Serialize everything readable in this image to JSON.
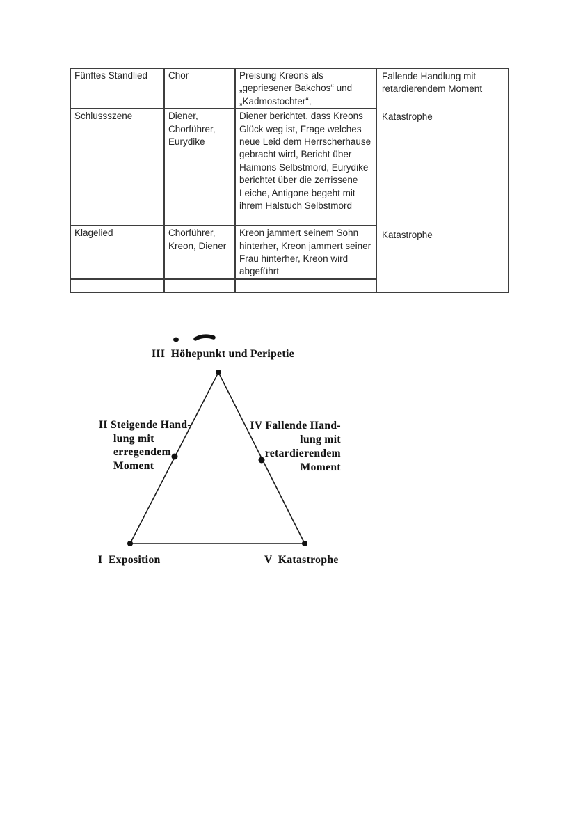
{
  "table": {
    "border_color": "#3e3e3e",
    "text_color": "#262626",
    "rows": [
      {
        "scene": "Fünftes Standlied",
        "characters": "Chor",
        "content": "Preisung Kreons als „gepriesener Bakchos“ und „Kadmostochter“,",
        "phase": "Fallende Handlung mit retardierendem Moment"
      },
      {
        "scene": "Schlussszene",
        "characters": "Diener, Chorführer, Eurydike",
        "content": "Diener berichtet, dass Kreons Glück weg ist, Frage welches neue Leid dem Herrscherhause gebracht wird, Bericht über Haimons Selbstmord, Eurydike berichtet über die zerrissene Leiche, Antigone begeht mit ihrem Halstuch Selbstmord",
        "phase": "Katastrophe"
      },
      {
        "scene": "Klagelied",
        "characters": "Chorführer, Kreon, Diener",
        "content": "Kreon jammert seinem Sohn hinterher, Kreon jammert seiner Frau hinterher, Kreon wird abgeführt",
        "phase": "Katastrophe"
      },
      {
        "scene": "",
        "characters": "",
        "content": "",
        "phase": ""
      }
    ]
  },
  "diagram": {
    "title": "III  Höhepunkt und Peripetie",
    "left_label": "II Steigende Hand-\nlung mit\nerregendem\nMoment",
    "right_label": "IV Fallende Hand-\nlung mit\nretardierendem\nMoment",
    "bottom_left_label": "I  Exposition",
    "bottom_right_label": "V  Katastrophe",
    "line_color": "#1c1c1c",
    "dot_color": "#111111"
  }
}
